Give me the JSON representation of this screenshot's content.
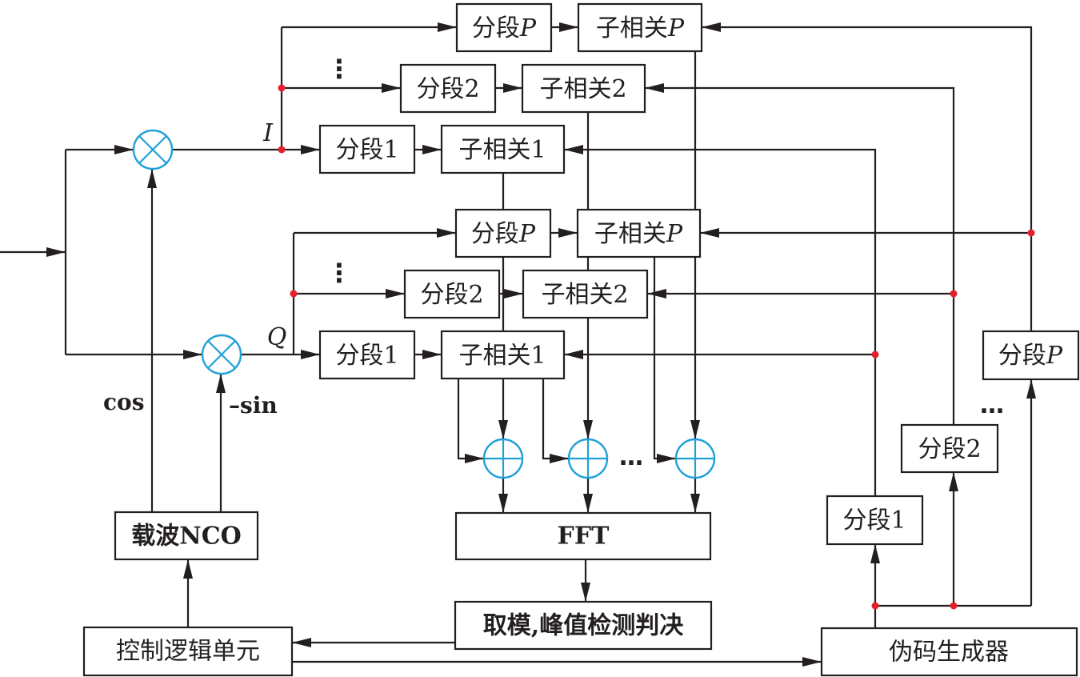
{
  "figure": {
    "i_branch": {
      "label": "I",
      "segments": [
        {
          "name": "分段",
          "index": "1"
        },
        {
          "name": "分段",
          "index": "2"
        },
        {
          "name": "分段",
          "index": "P"
        }
      ],
      "correlators": [
        {
          "name": "子相关",
          "index": "1"
        },
        {
          "name": "子相关",
          "index": "2"
        },
        {
          "name": "子相关",
          "index": "P"
        }
      ],
      "ellipsis": "⋮"
    },
    "q_branch": {
      "label": "Q",
      "segments": [
        {
          "name": "分段",
          "index": "1"
        },
        {
          "name": "分段",
          "index": "2"
        },
        {
          "name": "分段",
          "index": "P"
        }
      ],
      "correlators": [
        {
          "name": "子相关",
          "index": "1"
        },
        {
          "name": "子相关",
          "index": "2"
        },
        {
          "name": "子相关",
          "index": "P"
        }
      ],
      "ellipsis": "⋮"
    },
    "nco": {
      "label": "载波NCO",
      "cos_label": "cos",
      "neg_sin_label": "–sin"
    },
    "adders": {
      "ellipsis": "…"
    },
    "fft": "FFT",
    "detector": "取模,峰值检测判决",
    "control": "控制逻辑单元",
    "code_generator": {
      "label": "伪码生成器",
      "segments": [
        {
          "name": "分段",
          "index": "1"
        },
        {
          "name": "分段",
          "index": "2"
        },
        {
          "name": "分段",
          "index": "P"
        }
      ],
      "ellipsis": "…"
    },
    "colors": {
      "line": "#231f20",
      "operator": "#1ea0d8",
      "junction": "#e3202b"
    }
  }
}
